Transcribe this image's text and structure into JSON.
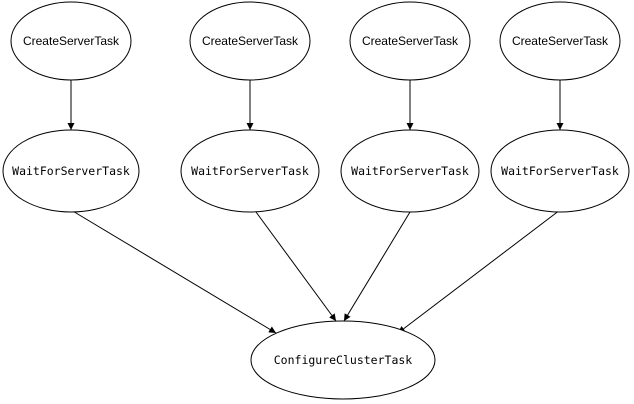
{
  "diagram": {
    "nodes": {
      "create_1": "CreateServerTask",
      "create_2": "CreateServerTask",
      "create_3": "CreateServerTask",
      "create_4": "CreateServerTask",
      "wait_1": "WaitForServerTask",
      "wait_2": "WaitForServerTask",
      "wait_3": "WaitForServerTask",
      "wait_4": "WaitForServerTask",
      "configure": "ConfigureClusterTask"
    },
    "edges": [
      {
        "from": "create_1",
        "to": "wait_1"
      },
      {
        "from": "create_2",
        "to": "wait_2"
      },
      {
        "from": "create_3",
        "to": "wait_3"
      },
      {
        "from": "create_4",
        "to": "wait_4"
      },
      {
        "from": "wait_1",
        "to": "configure"
      },
      {
        "from": "wait_2",
        "to": "configure"
      },
      {
        "from": "wait_3",
        "to": "configure"
      },
      {
        "from": "wait_4",
        "to": "configure"
      }
    ]
  }
}
